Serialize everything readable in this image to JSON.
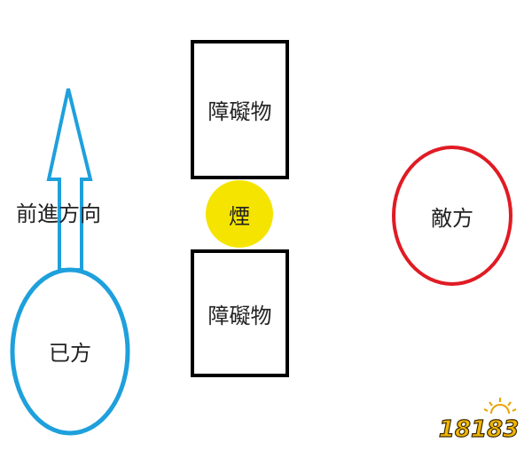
{
  "diagram": {
    "direction_label": "前進方向",
    "own_side_label": "已方",
    "obstacle_top_label": "障礙物",
    "obstacle_bottom_label": "障礙物",
    "smoke_label": "煙",
    "enemy_label": "敵方",
    "watermark_logo": "18183",
    "colors": {
      "own_side": "#1ea0dc",
      "enemy": "#e01b24",
      "smoke": "#f4e400",
      "obstacle": "#000000",
      "logo": "#f2b705"
    }
  }
}
